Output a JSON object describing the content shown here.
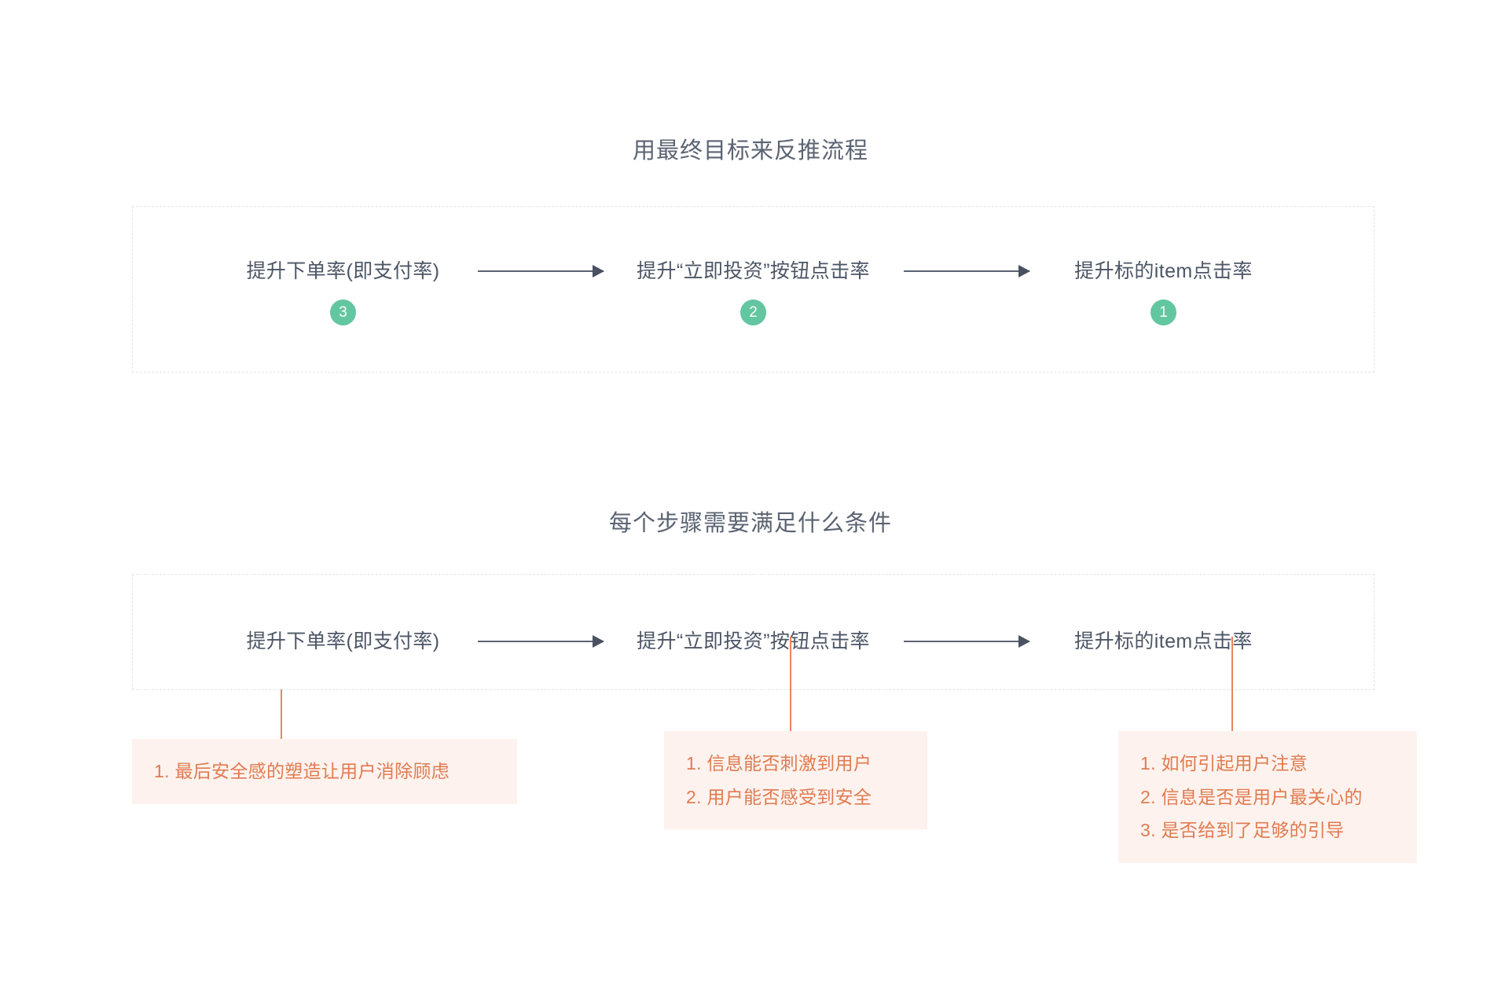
{
  "page": {
    "background": "#ffffff",
    "accent_green": "#62c6a0",
    "accent_orange": "#e07b4f",
    "note_bg": "#fdf2ee",
    "text_color": "#4d5666"
  },
  "sections": [
    {
      "title": "用最终目标来反推流程",
      "flow": {
        "nodes": [
          "提升下单率(即支付率)",
          "提升“立即投资”按钮点击率",
          "提升标的item点击率"
        ],
        "badges": [
          "3",
          "2",
          "1"
        ]
      }
    },
    {
      "title": "每个步骤需要满足什么条件",
      "flow": {
        "nodes": [
          "提升下单率(即支付率)",
          "提升“立即投资”按钮点击率",
          "提升标的item点击率"
        ]
      },
      "notes": [
        {
          "lines": [
            "1. 最后安全感的塑造让用户消除顾虑"
          ]
        },
        {
          "lines": [
            "1. 信息能否刺激到用户",
            "2. 用户能否感受到安全"
          ]
        },
        {
          "lines": [
            "1. 如何引起用户注意",
            "2. 信息是否是用户最关心的",
            "3. 是否给到了足够的引导"
          ]
        }
      ]
    }
  ]
}
